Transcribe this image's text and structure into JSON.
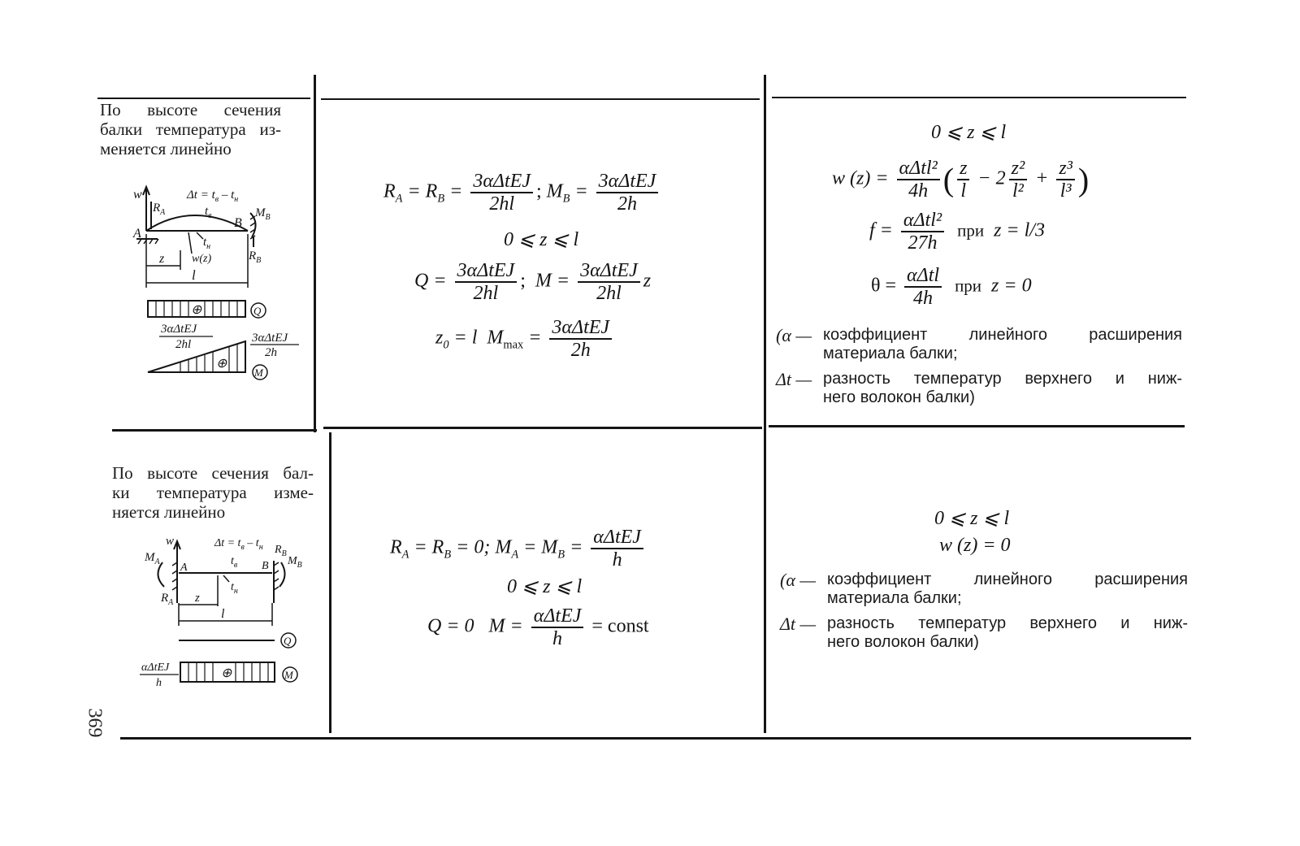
{
  "page_number": "369",
  "rows": [
    {
      "condition_lines": [
        "По высоте сечения",
        "балки температура из-",
        "меняется линейно"
      ],
      "diagram": {
        "w": "w",
        "ra": "R",
        "ra_sub": "A",
        "rb": "R",
        "rb_sub": "B",
        "mb": "M",
        "mb_sub": "B",
        "a": "A",
        "b": "B",
        "dt": "Δt = t",
        "dt_b": "в",
        "dt_minus": " – t",
        "dt_n": "н",
        "tv": "t",
        "tv_sub": "в",
        "tn": "t",
        "tn_sub": "н",
        "wz": "w(z)",
        "z": "z",
        "l": "l",
        "q_label": "Q",
        "m_label": "M",
        "plus": "⊕",
        "q_val_n": "3αΔtEJ",
        "q_val_d": "2hl",
        "m_val_n": "3αΔtEJ",
        "m_val_d": "2h"
      },
      "formulas": {
        "f1": "R",
        "f1_sub": "A",
        "f2": " = R",
        "f2_sub": "B",
        "f3": " = ",
        "rr_n": "3αΔtEJ",
        "rr_d": "2hl",
        "semi": "; ",
        "mb": "M",
        "mb_sub": "B",
        "eq": " = ",
        "mb_n": "3αΔtEJ",
        "mb_d": "2h",
        "range": "0 ⩽ z ⩽ l",
        "q": "Q = ",
        "q_n": "3αΔtEJ",
        "q_d": "2hl",
        "m": "M = ",
        "m_n": "3αΔtEJ",
        "m_d": "2hl",
        "m_z": "z",
        "z0": "z",
        "z0_sub": "0",
        "z0_eq": " = l",
        "mmax": "M",
        "mmax_sub": "max",
        "mmax_eq": " = ",
        "mmax_n": "3αΔtEJ",
        "mmax_d": "2h"
      },
      "results": {
        "range": "0 ⩽ z ⩽ l",
        "wz": "w (z) = ",
        "wz_n": "αΔtl²",
        "wz_d": "4h",
        "br_z_n": "z",
        "br_z_d": "l",
        "br_minus": " − 2",
        "br_z2_n": "z²",
        "br_z2_d": "l²",
        "br_plus": " + ",
        "br_z3_n": "z³",
        "br_z3_d": "l³",
        "f": "f = ",
        "f_n": "αΔtl²",
        "f_d": "27h",
        "f_at": "при",
        "f_cond": "z = l/3",
        "theta": "θ = ",
        "th_n": "αΔtl",
        "th_d": "4h",
        "th_at": "при",
        "th_cond": "z = 0"
      },
      "notes": [
        {
          "sym": "(α —",
          "line1": "коэффициент линейного расширения",
          "line2": "материала балки;"
        },
        {
          "sym": "Δt —",
          "line1": "разность температур верхнего и ниж-",
          "line2": "него волокон балки)"
        }
      ]
    },
    {
      "condition_lines": [
        "По высоте сечения бал-",
        "ки температура изме-",
        "няется линейно"
      ],
      "diagram": {
        "w": "w",
        "ma": "M",
        "ma_sub": "A",
        "ra": "R",
        "ra_sub": "A",
        "rb": "R",
        "rb_sub": "B",
        "mb": "M",
        "mb_sub": "B",
        "a": "A",
        "b": "B",
        "dt": "Δt = t",
        "dt_b": "в",
        "dt_minus": " – t",
        "dt_n": "н",
        "tv": "t",
        "tv_sub": "в",
        "tn": "t",
        "tn_sub": "н",
        "z": "z",
        "l": "l",
        "q_label": "Q",
        "m_label": "M",
        "plus": "⊕",
        "m_val_n": "αΔtEJ",
        "m_val_d": "h"
      },
      "formulas": {
        "f1": "R",
        "f1_sub": "A",
        "f2": " = R",
        "f2_sub": "B",
        "f3": " = 0;  ",
        "ma": "M",
        "ma_sub": "A",
        "mb_eq": " = M",
        "mb_sub": "B",
        "eq": " = ",
        "m_n": "αΔtEJ",
        "m_d": "h",
        "range": "0 ⩽ z ⩽ l",
        "q": "Q = 0",
        "m": "M = ",
        "mm_n": "αΔtEJ",
        "mm_d": "h",
        "const": " = const"
      },
      "results": {
        "range": "0 ⩽ z ⩽ l",
        "wz": "w (z) = 0"
      },
      "notes": [
        {
          "sym": "(α —",
          "line1": "коэффициент линейного расширения",
          "line2": "материала балки;"
        },
        {
          "sym": "Δt —",
          "line1": "разность температур верхнего и ниж-",
          "line2": "него волокон балки)"
        }
      ]
    }
  ]
}
